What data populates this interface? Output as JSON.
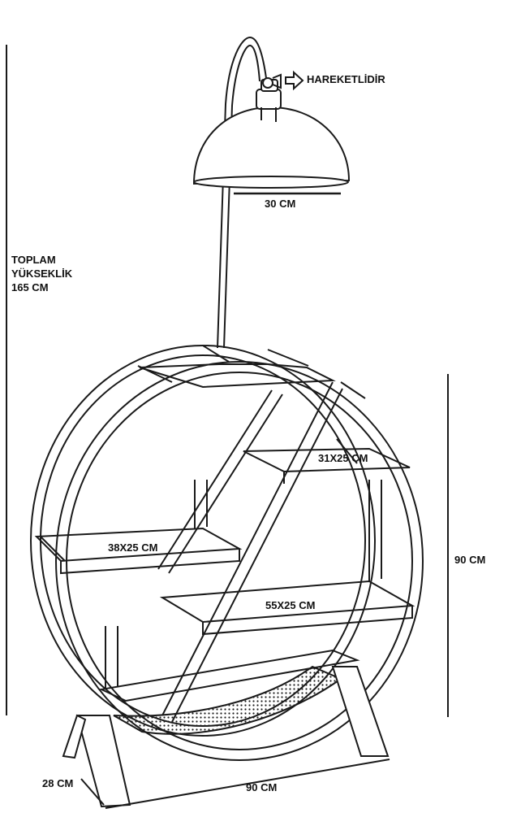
{
  "labels": {
    "movable": "HAREKETLİDİR",
    "lamp_diameter": "30 CM",
    "total_height_line1": "TOPLAM",
    "total_height_line2": "YÜKSEKLİK",
    "total_height_line3": "165 CM",
    "shelf_top_right": "31X25 CM",
    "shelf_left": "38X25 CM",
    "shelf_middle": "55X25 CM",
    "frame_height": "90 CM",
    "depth": "28 CM",
    "width": "90 CM"
  },
  "colors": {
    "line": "#1a1a1a",
    "background": "#ffffff"
  }
}
